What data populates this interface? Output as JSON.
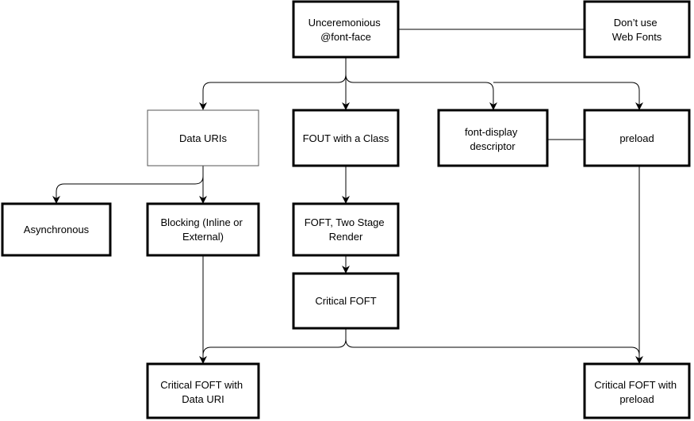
{
  "nodes": {
    "unceremonious": {
      "lines": [
        "Unceremonious",
        "@font-face"
      ]
    },
    "dont_use": {
      "lines": [
        "Don’t use",
        "Web Fonts"
      ]
    },
    "data_uris": {
      "lines": [
        "Data URIs"
      ]
    },
    "fout_class": {
      "lines": [
        "FOUT with a Class"
      ]
    },
    "font_display": {
      "lines": [
        "font-display",
        "descriptor"
      ]
    },
    "preload": {
      "lines": [
        "preload"
      ]
    },
    "asynchronous": {
      "lines": [
        "Asynchronous"
      ]
    },
    "blocking": {
      "lines": [
        "Blocking (Inline or",
        "External)"
      ]
    },
    "foft": {
      "lines": [
        "FOFT, Two Stage",
        "Render"
      ]
    },
    "critical_foft": {
      "lines": [
        "Critical FOFT"
      ]
    },
    "critical_foft_data_uri": {
      "lines": [
        "Critical FOFT with",
        "Data URI"
      ]
    },
    "critical_foft_preload": {
      "lines": [
        "Critical FOFT with",
        "preload"
      ]
    }
  },
  "colors": {
    "stroke": "#000000",
    "thin_stroke": "#555555",
    "fill": "#ffffff"
  }
}
